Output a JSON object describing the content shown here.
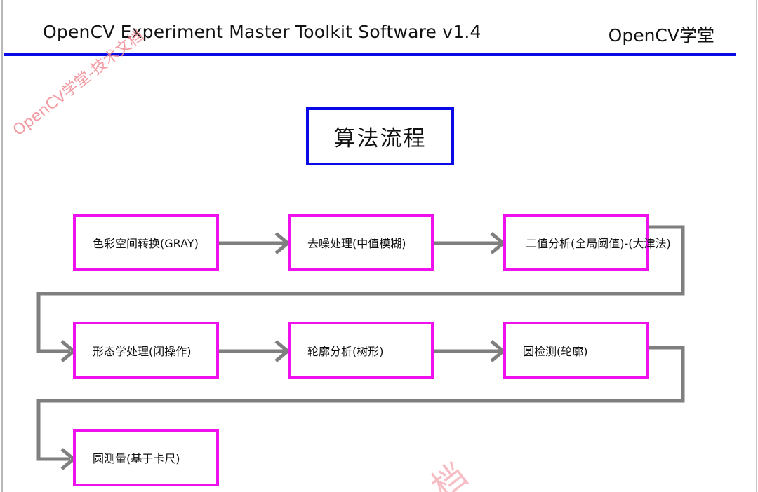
{
  "header": {
    "title": "OpenCV Experiment Master Toolkit Software v1.4",
    "brand": "OpenCV学堂"
  },
  "section": {
    "title": "算法流程"
  },
  "steps": [
    {
      "label": "色彩空间转换(GRAY)"
    },
    {
      "label": "去噪处理(中值模糊)"
    },
    {
      "label": "二值分析(全局阈值)-(大津法)"
    },
    {
      "label": "形态学处理(闭操作)"
    },
    {
      "label": "轮廓分析(树形)"
    },
    {
      "label": "圆检测(轮廓)"
    },
    {
      "label": "圆测量(基于卡尺)"
    }
  ],
  "watermark": {
    "text": "OpenCV学堂-技术文档",
    "large_text": "档"
  },
  "colors": {
    "header_rule": "#0a0ae6",
    "section_border": "#0a0ae6",
    "step_border": "#ee11ee",
    "connector": "#7f7f7f",
    "watermark": "#f08a94"
  }
}
